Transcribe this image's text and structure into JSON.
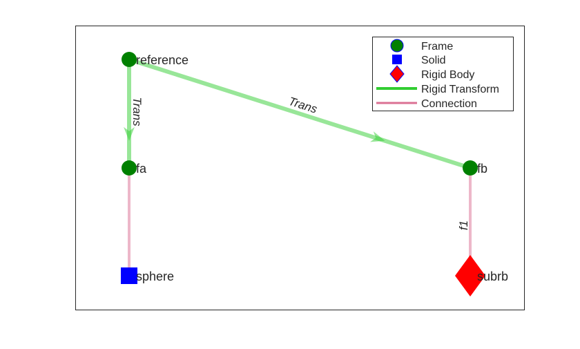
{
  "nodes": [
    {
      "id": "reference",
      "label": "reference",
      "type": "Frame"
    },
    {
      "id": "fa",
      "label": "fa",
      "type": "Frame"
    },
    {
      "id": "fb",
      "label": "fb",
      "type": "Frame"
    },
    {
      "id": "sphere",
      "label": "sphere",
      "type": "Solid"
    },
    {
      "id": "subrb",
      "label": "subrb",
      "type": "Rigid Body"
    }
  ],
  "edges": [
    {
      "from": "reference",
      "to": "fa",
      "type": "Rigid Transform",
      "label": "Trans"
    },
    {
      "from": "reference",
      "to": "fb",
      "type": "Rigid Transform",
      "label": "Trans"
    },
    {
      "from": "fa",
      "to": "sphere",
      "type": "Connection",
      "label": ""
    },
    {
      "from": "fb",
      "to": "subrb",
      "type": "Connection",
      "label": "f1"
    }
  ],
  "legend": {
    "frame": "Frame",
    "solid": "Solid",
    "rigid_body": "Rigid Body",
    "rigid_transform": "Rigid Transform",
    "connection": "Connection"
  },
  "colors": {
    "frame": "#008000",
    "solid": "#0000ff",
    "rigid_body": "#ff0000",
    "rigid_transform": "#32cd32",
    "connection": "#db7093"
  }
}
